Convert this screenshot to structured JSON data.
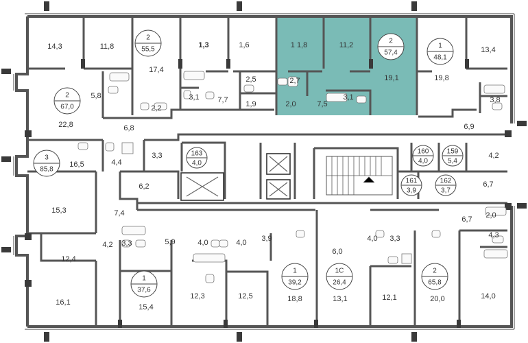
{
  "colors": {
    "highlight": "#6fb5b0",
    "walls": "#555555",
    "pillars": "#3a3a3a",
    "text": "#333333"
  },
  "units": [
    {
      "id": "u2-top-left",
      "number": "2",
      "area": "55,5"
    },
    {
      "id": "u2-highlight",
      "number": "2",
      "area": "57,4"
    },
    {
      "id": "u1-top-right",
      "number": "1",
      "area": "48,1"
    },
    {
      "id": "u2-left",
      "number": "2",
      "area": "67,0"
    },
    {
      "id": "u3-left",
      "number": "3",
      "area": "85,8"
    },
    {
      "id": "u163",
      "number": "163",
      "area": "4,0"
    },
    {
      "id": "u160",
      "number": "160",
      "area": "4,0"
    },
    {
      "id": "u159",
      "number": "159",
      "area": "5,4"
    },
    {
      "id": "u161",
      "number": "161",
      "area": "3,9"
    },
    {
      "id": "u162",
      "number": "162",
      "area": "3,7"
    },
    {
      "id": "u1-bottom-left",
      "number": "1",
      "area": "37,6"
    },
    {
      "id": "u1-bottom-mid",
      "number": "1",
      "area": "39,2"
    },
    {
      "id": "u1c-bottom",
      "number": "1С",
      "area": "26,4"
    },
    {
      "id": "u2-bottom-right",
      "number": "2",
      "area": "65,8"
    }
  ],
  "rooms": [
    "14,3",
    "11,8",
    "17,4",
    "1,3",
    "1,6",
    "1 1,8",
    "11,2",
    "19,1",
    "19,8",
    "13,4",
    "5,8",
    "2,2",
    "3,1",
    "7,7",
    "2,5",
    "1,9",
    "2,7",
    "2,0",
    "7,5",
    "3,1",
    "3,8",
    "22,8",
    "6,8",
    "6,9",
    "16,5",
    "4,4",
    "3,3",
    "4,2",
    "6,2",
    "6,7",
    "15,3",
    "7,4",
    "6,7",
    "2,0",
    "4,3",
    "12,4",
    "4,2",
    "3,3",
    "5,9",
    "4,0",
    "4,0",
    "3,9",
    "6,0",
    "4,0",
    "3,3",
    "16,1",
    "15,4",
    "12,3",
    "12,5",
    "18,8",
    "13,1",
    "12,1",
    "20,0",
    "14,0"
  ]
}
